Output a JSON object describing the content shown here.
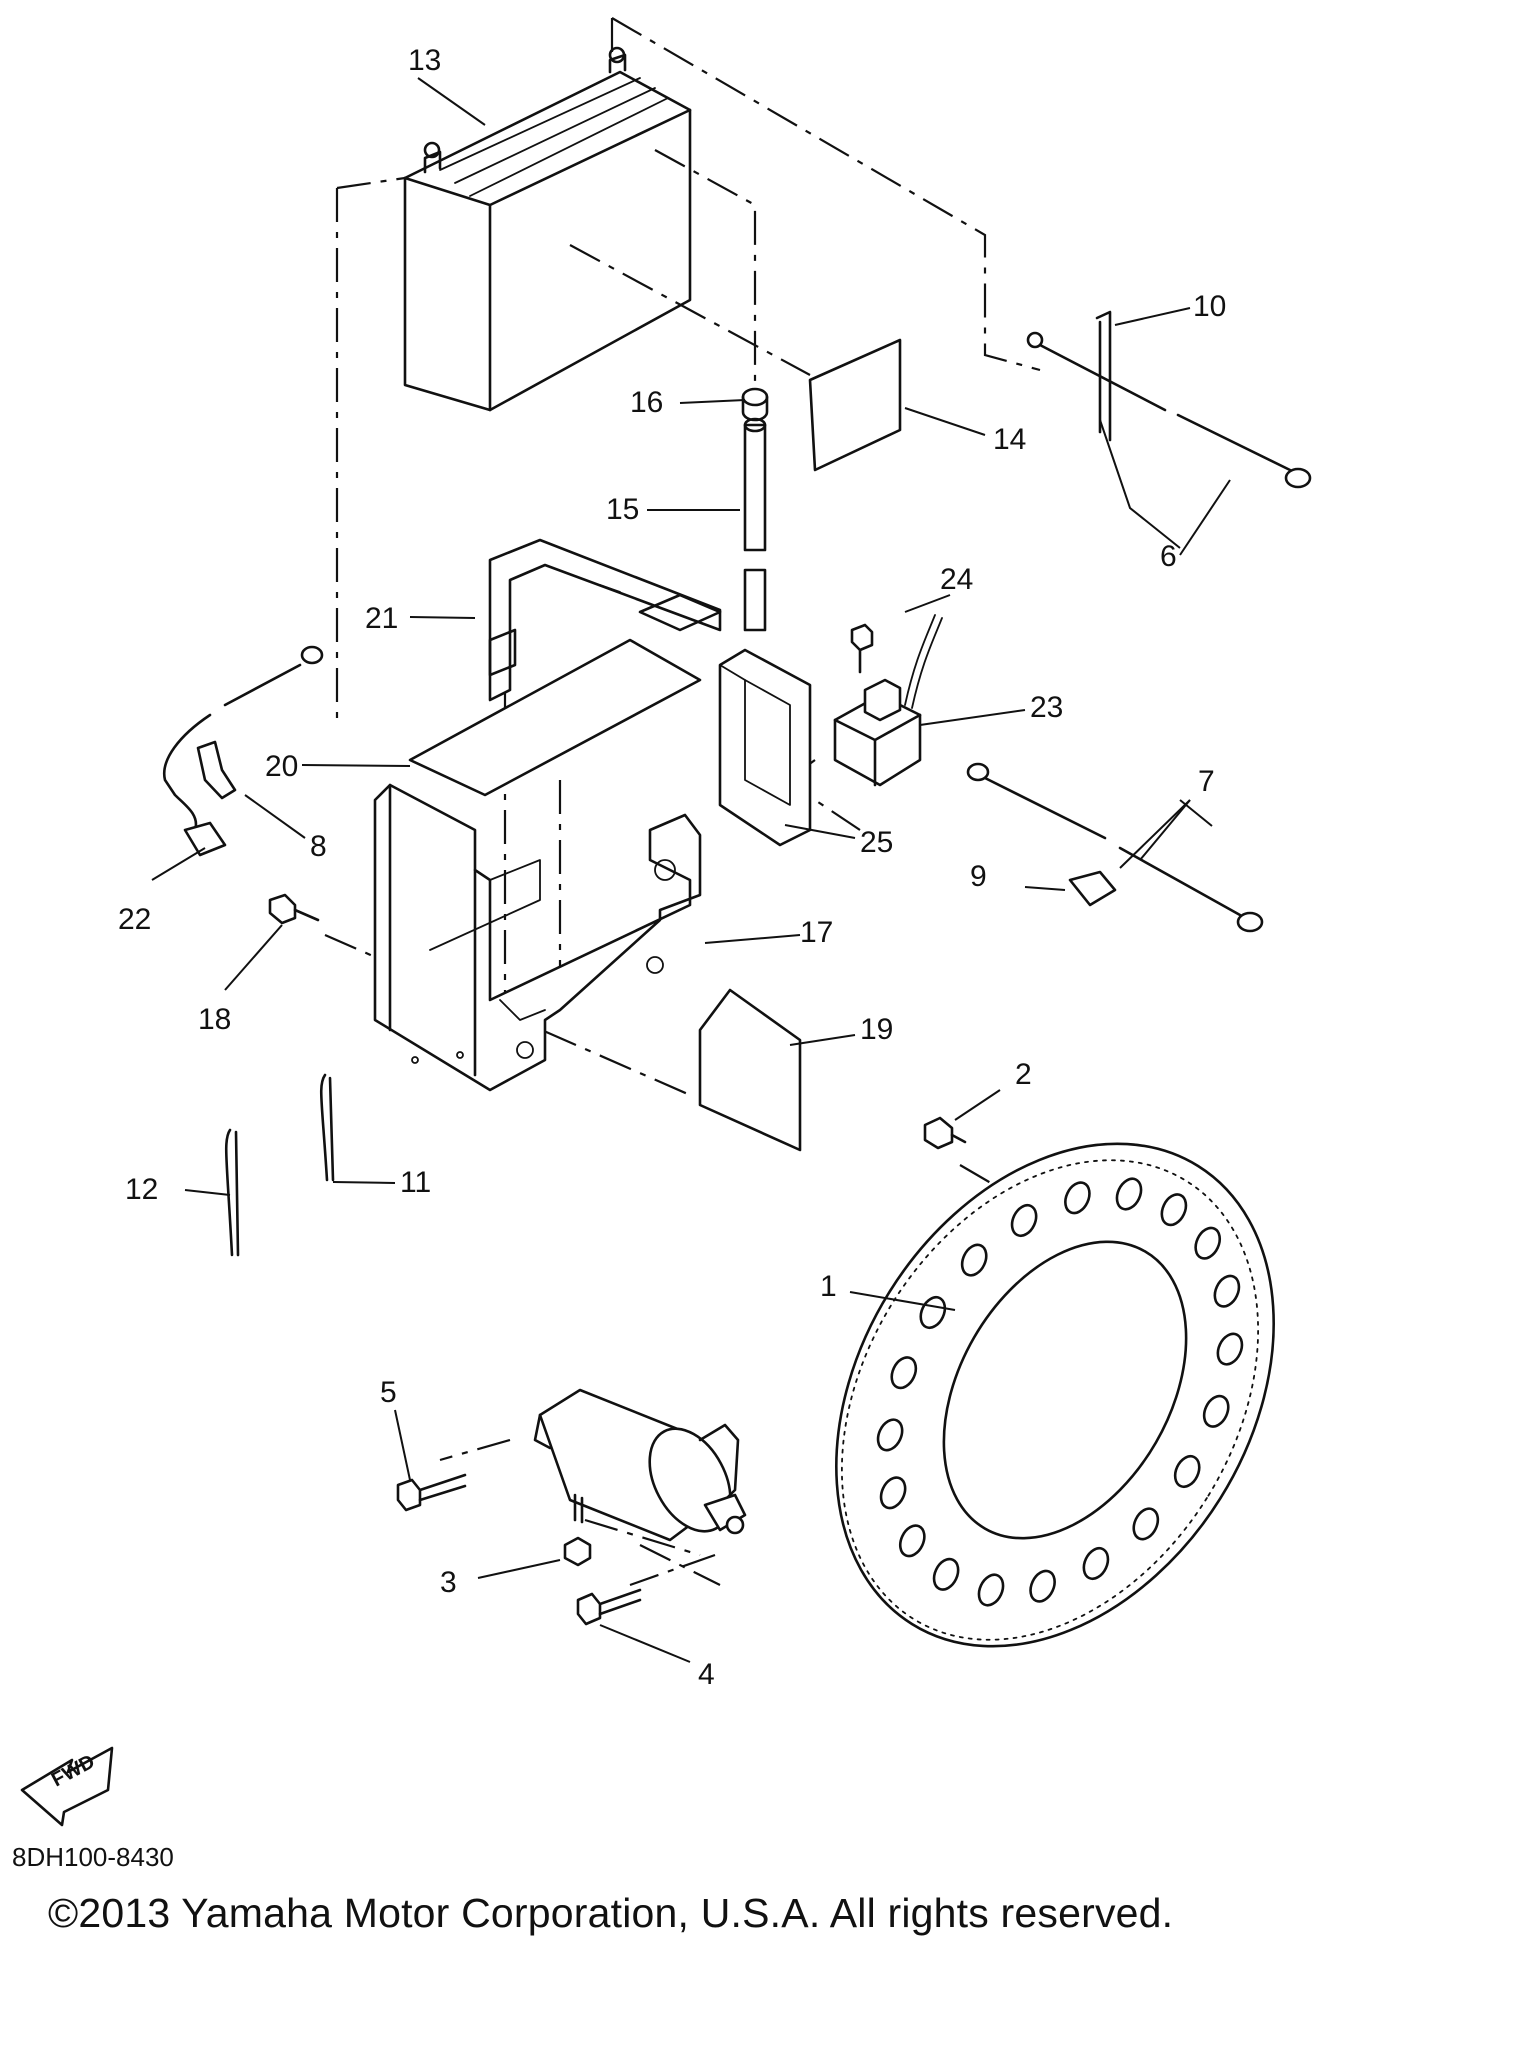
{
  "diagram": {
    "part_labels": [
      {
        "id": "p1",
        "text": "1"
      },
      {
        "id": "p2",
        "text": "2"
      },
      {
        "id": "p3",
        "text": "3"
      },
      {
        "id": "p4",
        "text": "4"
      },
      {
        "id": "p5",
        "text": "5"
      },
      {
        "id": "p6",
        "text": "6"
      },
      {
        "id": "p7",
        "text": "7"
      },
      {
        "id": "p8",
        "text": "8"
      },
      {
        "id": "p9",
        "text": "9"
      },
      {
        "id": "p10",
        "text": "10"
      },
      {
        "id": "p11",
        "text": "11"
      },
      {
        "id": "p12",
        "text": "12"
      },
      {
        "id": "p13",
        "text": "13"
      },
      {
        "id": "p14",
        "text": "14"
      },
      {
        "id": "p15",
        "text": "15"
      },
      {
        "id": "p16",
        "text": "16"
      },
      {
        "id": "p17",
        "text": "17"
      },
      {
        "id": "p18",
        "text": "18"
      },
      {
        "id": "p19",
        "text": "19"
      },
      {
        "id": "p20",
        "text": "20"
      },
      {
        "id": "p21",
        "text": "21"
      },
      {
        "id": "p22",
        "text": "22"
      },
      {
        "id": "p23",
        "text": "23"
      },
      {
        "id": "p24",
        "text": "24"
      },
      {
        "id": "p25",
        "text": "25"
      }
    ],
    "direction_arrow": "FWD",
    "drawing_code": "8DH100-8430",
    "copyright": "©2013 Yamaha Motor Corporation, U.S.A. All rights reserved."
  }
}
